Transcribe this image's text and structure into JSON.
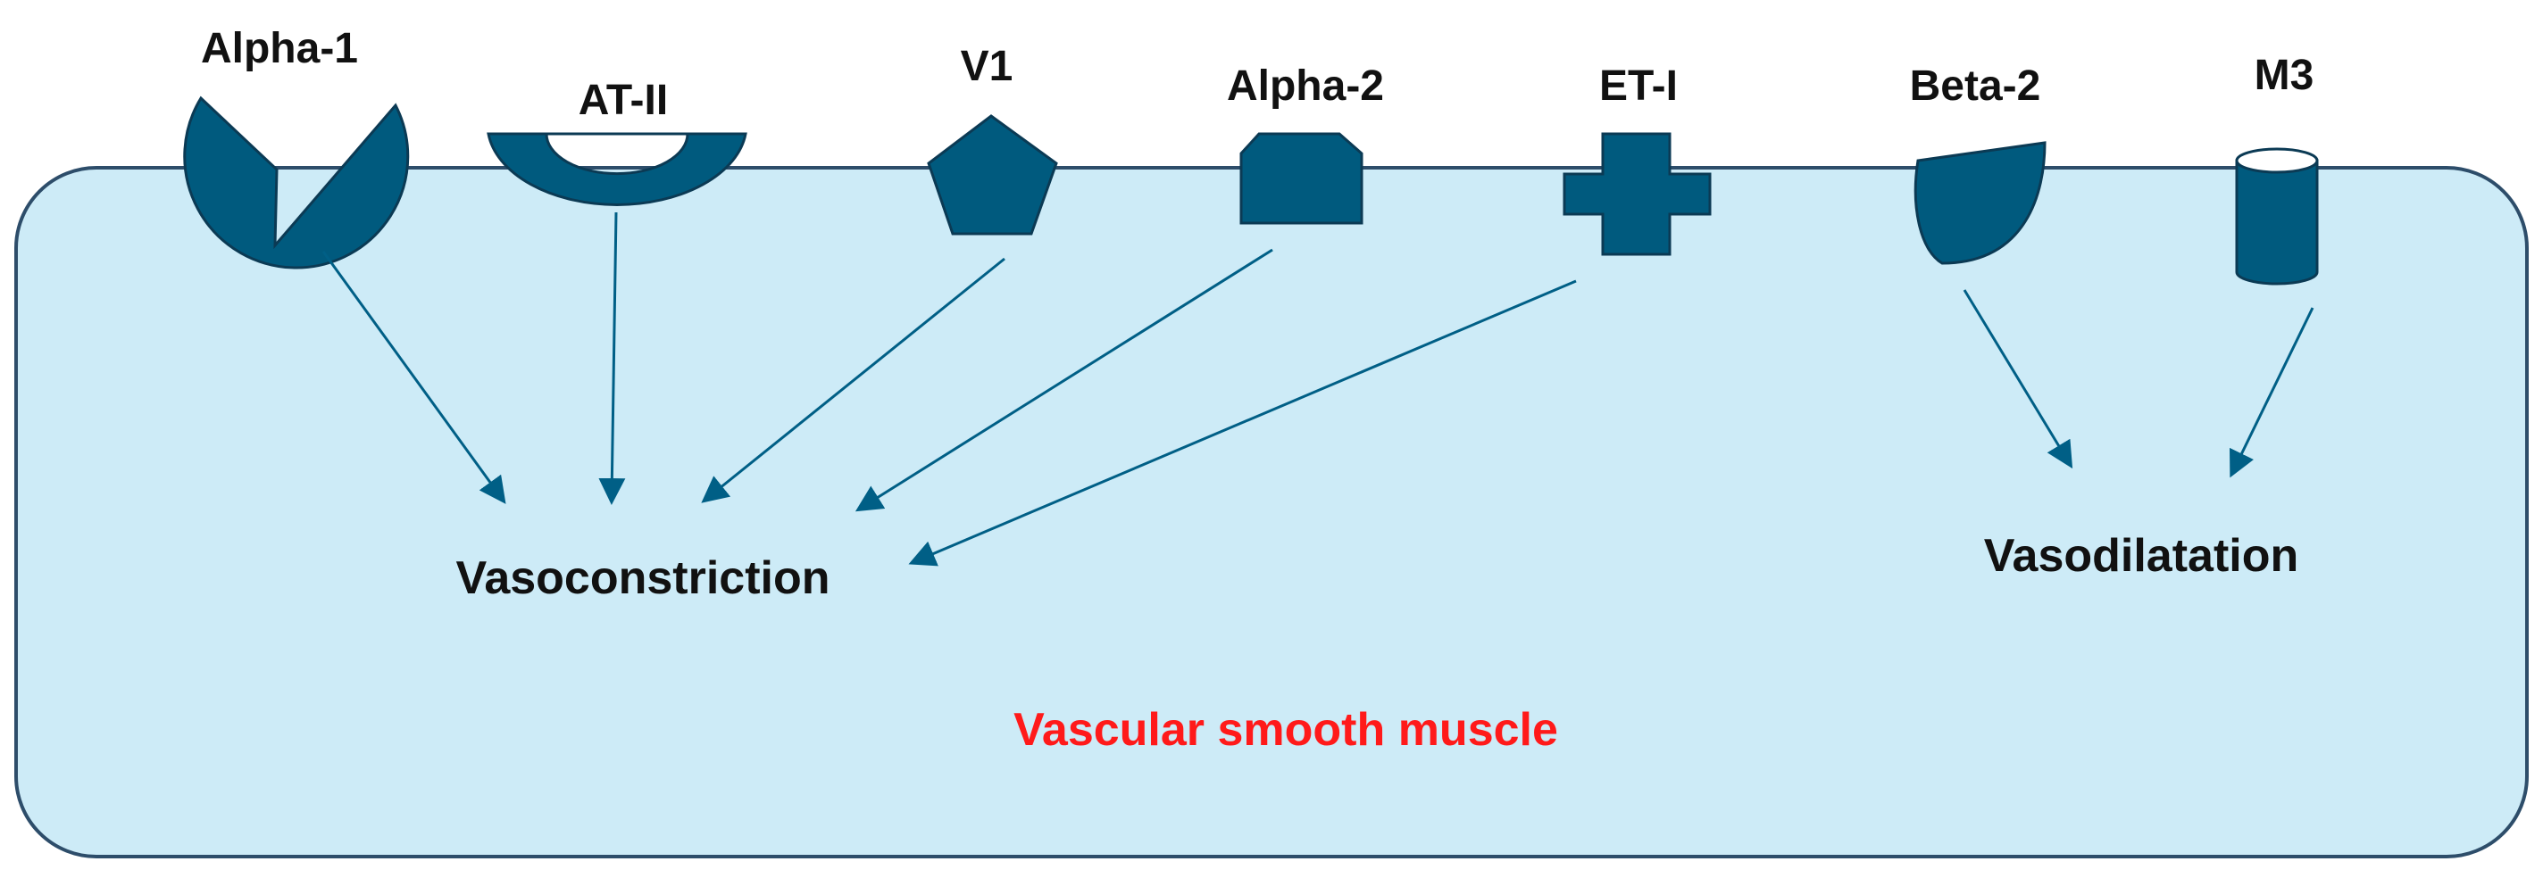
{
  "colors": {
    "cell_fill": "#cdebf7",
    "cell_stroke": "#2d4d6a",
    "receptor_fill": "#005a7e",
    "receptor_stroke": "#0b3a54",
    "arrow": "#005f86",
    "label_text": "#111111",
    "muscle_label": "#ff1a1a"
  },
  "receptors": [
    {
      "id": "alpha-1",
      "label": "Alpha-1",
      "shape": "pacman-icon"
    },
    {
      "id": "at-ii",
      "label": "AT-II",
      "shape": "cup-icon"
    },
    {
      "id": "v1",
      "label": "V1",
      "shape": "pentagon-icon"
    },
    {
      "id": "alpha-2",
      "label": "Alpha-2",
      "shape": "octagon-block-icon"
    },
    {
      "id": "et-i",
      "label": "ET-I",
      "shape": "plus-icon"
    },
    {
      "id": "beta-2",
      "label": "Beta-2",
      "shape": "cup-half-icon"
    },
    {
      "id": "m3",
      "label": "M3",
      "shape": "cylinder-icon"
    }
  ],
  "outcomes": {
    "constriction": "Vasoconstriction",
    "dilation": "Vasodilatation"
  },
  "cell_label": "Vascular smooth muscle"
}
